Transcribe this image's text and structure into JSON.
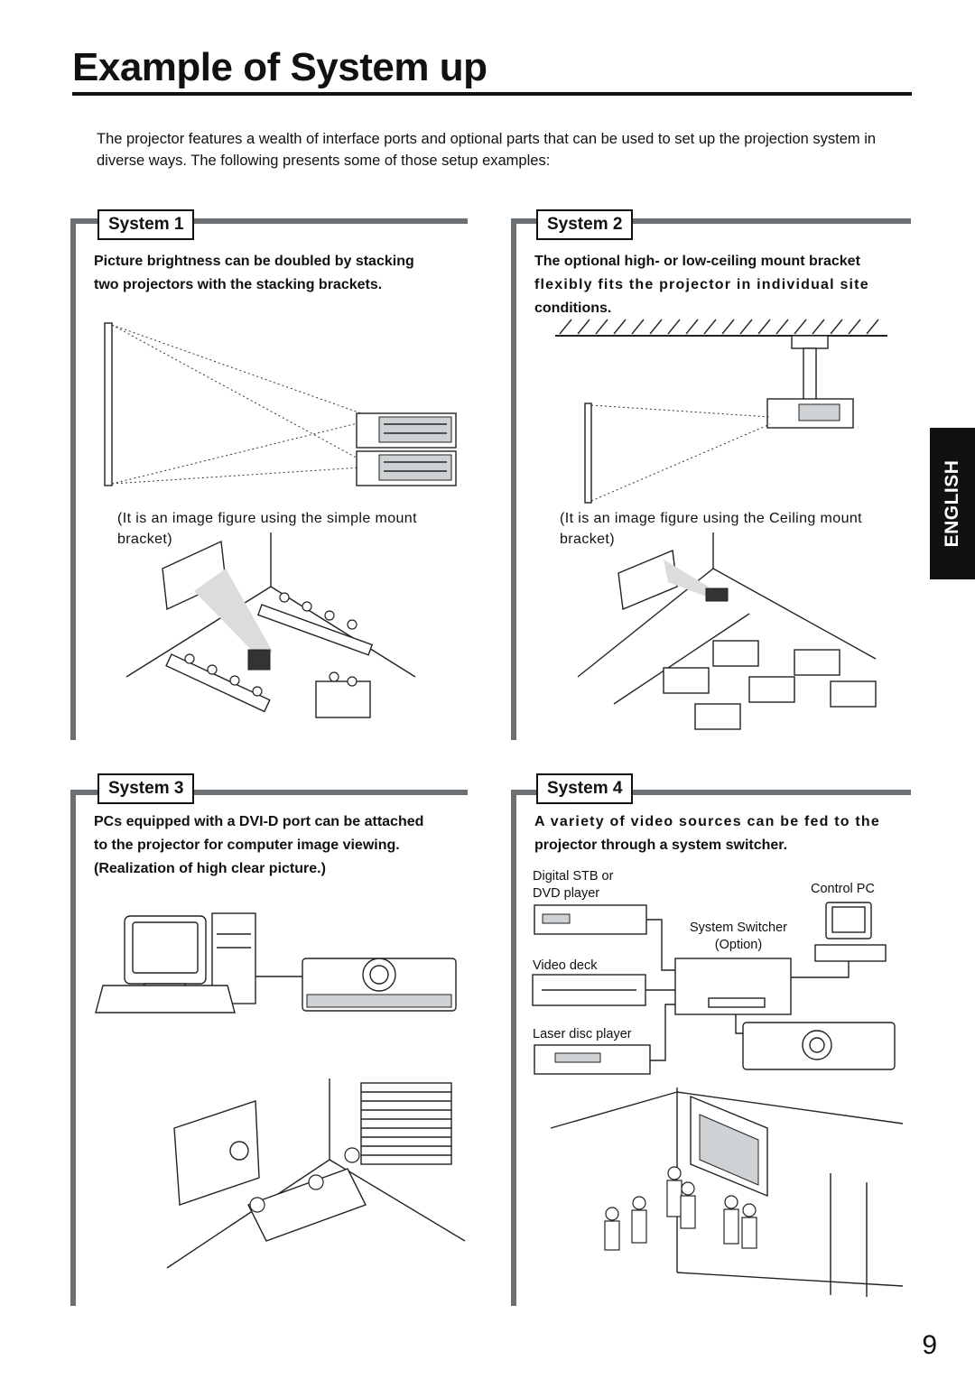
{
  "page": {
    "title": "Example of System up",
    "intro": "The projector features a wealth of interface ports and optional parts that can be used to set up the projection system in diverse ways. The following presents some of those setup examples:",
    "language_tab": "ENGLISH",
    "page_number": "9"
  },
  "system1": {
    "label": "System 1",
    "desc_line1": "Picture brightness can be doubled by stacking",
    "desc_line2": "two projectors with the stacking brackets.",
    "caption_line1": "(It is an image figure using the simple mount",
    "caption_line2": "bracket)"
  },
  "system2": {
    "label": "System 2",
    "desc_line1": "The optional high- or low-ceiling mount bracket",
    "desc_line2": "flexibly fits the projector in individual site",
    "desc_line3": "conditions.",
    "caption_line1": "(It is an image figure using the Ceiling mount",
    "caption_line2": "bracket)"
  },
  "system3": {
    "label": "System 3",
    "desc_line1": "PCs equipped with a DVI-D port can be attached",
    "desc_line2": "to the projector for computer image viewing.",
    "desc_line3": "(Realization of high clear picture.)"
  },
  "system4": {
    "label": "System 4",
    "desc_line1": "A variety of video sources can be fed to the",
    "desc_line2": "projector through a system switcher.",
    "devices": {
      "stb_line1": "Digital STB or",
      "stb_line2": "DVD player",
      "video_deck": "Video deck",
      "laser_disc": "Laser disc player",
      "control_pc": "Control PC",
      "switcher_line1": "System Switcher",
      "switcher_line2": "(Option)"
    }
  }
}
